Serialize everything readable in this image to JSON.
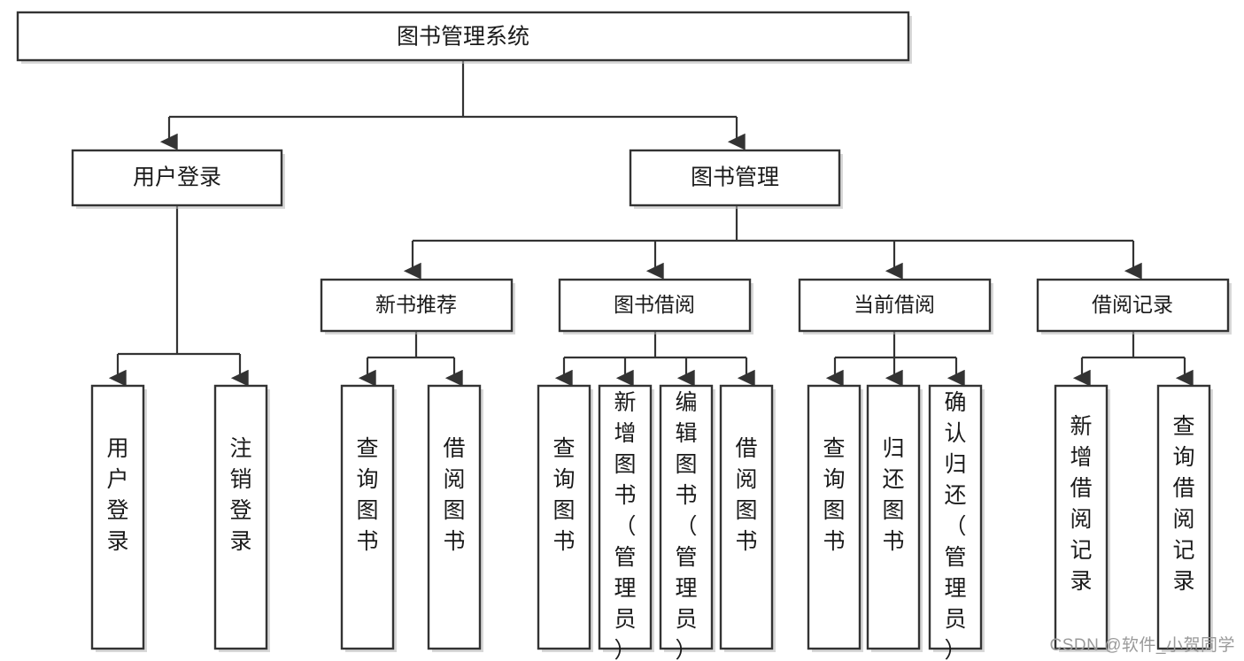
{
  "diagram": {
    "title": "图书管理系统",
    "type": "tree",
    "watermark": "CSDN @软件_小贺同学",
    "colors": {
      "box_stroke": "#333333",
      "box_fill": "#ffffff",
      "edge": "#333333",
      "text": "#1a1a1a",
      "watermark": "#9a9a9a",
      "background": "#ffffff"
    },
    "root": {
      "label": "图书管理系统"
    },
    "level2": [
      {
        "label": "用户登录"
      },
      {
        "label": "图书管理"
      }
    ],
    "level3": [
      {
        "label": "新书推荐"
      },
      {
        "label": "图书借阅"
      },
      {
        "label": "当前借阅"
      },
      {
        "label": "借阅记录"
      }
    ],
    "leaves": {
      "user_login": [
        {
          "label": "用户登录"
        },
        {
          "label": "注销登录"
        }
      ],
      "new_book_recommend": [
        {
          "label": "查询图书"
        },
        {
          "label": "借阅图书"
        }
      ],
      "book_borrow": [
        {
          "label": "查询图书"
        },
        {
          "label": "新增图书（管理员）"
        },
        {
          "label": "编辑图书（管理员）"
        },
        {
          "label": "借阅图书"
        }
      ],
      "current_borrow": [
        {
          "label": "查询图书"
        },
        {
          "label": "归还图书"
        },
        {
          "label": "确认归还（管理员）"
        }
      ],
      "borrow_record": [
        {
          "label": "新增借阅记录"
        },
        {
          "label": "查询借阅记录"
        }
      ]
    }
  }
}
